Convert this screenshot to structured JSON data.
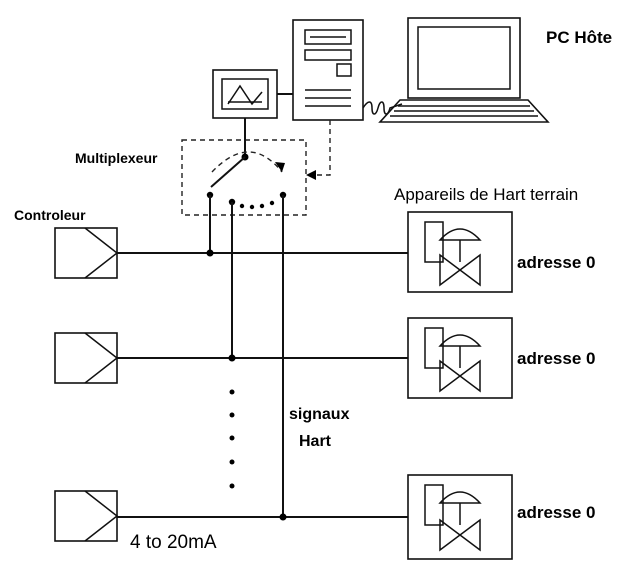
{
  "labels": {
    "pc_host": "PC Hôte",
    "multiplexer": "Multiplexeur",
    "controller": "Controleur",
    "field_devices": "Appareils de Hart terrain",
    "hart_signals_line1": "signaux",
    "hart_signals_line2": "Hart",
    "current_loop": "4 to 20mA"
  },
  "devices": [
    {
      "address": "adresse 0"
    },
    {
      "address": "adresse 0"
    },
    {
      "address": "adresse 0"
    }
  ],
  "colors": {
    "line": "#111111",
    "background": "#ffffff"
  }
}
